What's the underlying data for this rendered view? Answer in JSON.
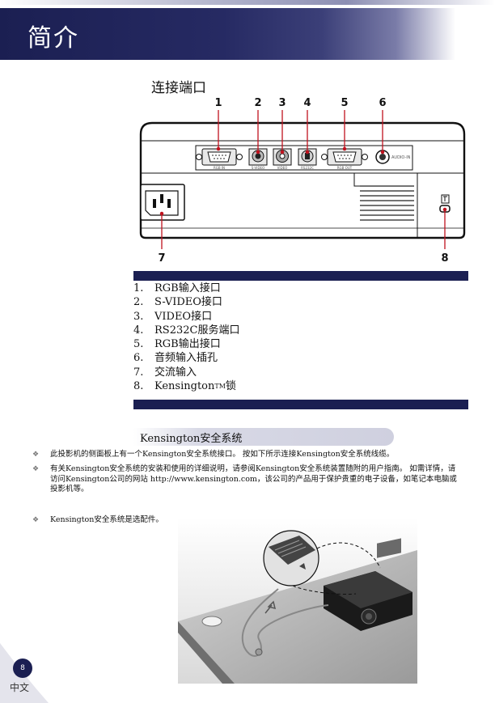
{
  "header": {
    "title": "简介"
  },
  "section": {
    "title": "连接端口"
  },
  "diagram": {
    "callouts_top": [
      "1",
      "2",
      "3",
      "4",
      "5",
      "6"
    ],
    "callouts_bottom": [
      "7",
      "8"
    ],
    "port_labels": [
      "RGB IN",
      "S-VIDEO",
      "VIDEO",
      "RS232C",
      "RGB OUT",
      "AUDIO-IN"
    ]
  },
  "ports": [
    {
      "num": "1.",
      "label": "RGB输入接口"
    },
    {
      "num": "2.",
      "label": "S-VIDEO接口"
    },
    {
      "num": "3.",
      "label": "VIDEO接口"
    },
    {
      "num": "4.",
      "label": "RS232C服务端口"
    },
    {
      "num": "5.",
      "label": "RGB输出接口"
    },
    {
      "num": "6.",
      "label": "音频输入插孔"
    },
    {
      "num": "7.",
      "label": "交流输入"
    },
    {
      "num": "8.",
      "label": "Kensington",
      "sup": "TM",
      "suffix": "锁"
    }
  ],
  "kensington": {
    "title": "Kensington安全系统",
    "bullet_mark": "❖",
    "bullets": [
      "此投影机的侧面板上有一个Kensington安全系统接口。 按如下所示连接Kensington安全系统线缆。",
      "有关Kensington安全系统的安装和使用的详细说明，请参阅Kensington安全系统装置随附的用户指南。 如需详情，请访问Kensington公司的网站 http://www.kensington.com，该公司的产品用于保护贵重的电子设备，如笔记本电脑或投影机等。",
      "Kensington安全系统是选配件。"
    ]
  },
  "footer": {
    "page_number": "8",
    "language": "中文"
  },
  "colors": {
    "navy": "#1b1f52",
    "callout_red": "#c0121e"
  }
}
